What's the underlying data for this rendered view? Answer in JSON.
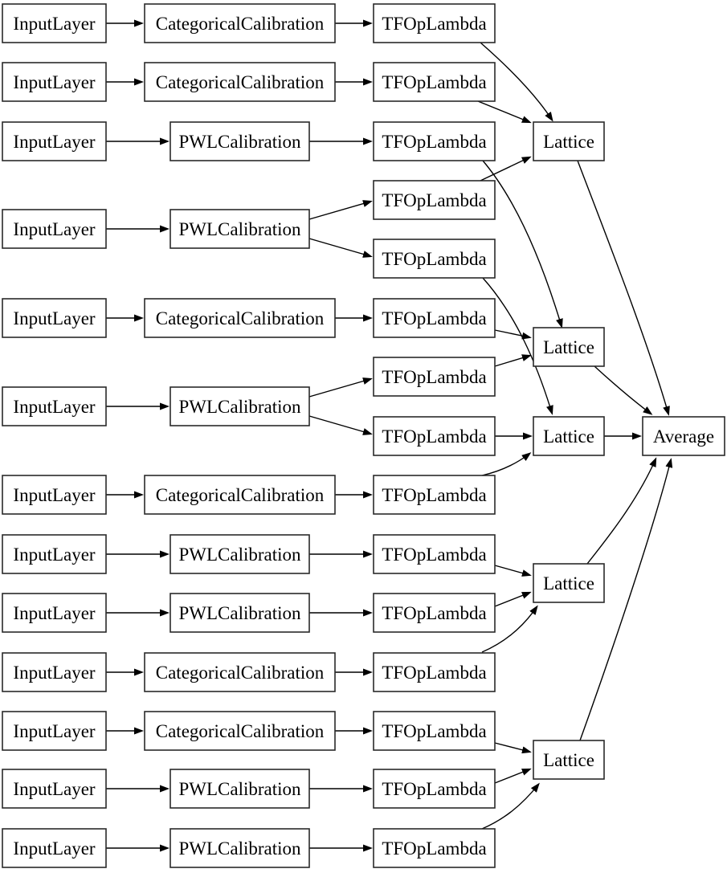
{
  "diagram": {
    "kind": "keras-model-plot",
    "nodes": [
      {
        "id": "in1",
        "label": "InputLayer",
        "type": "InputLayer"
      },
      {
        "id": "in2",
        "label": "InputLayer",
        "type": "InputLayer"
      },
      {
        "id": "in3",
        "label": "InputLayer",
        "type": "InputLayer"
      },
      {
        "id": "in4",
        "label": "InputLayer",
        "type": "InputLayer"
      },
      {
        "id": "in5",
        "label": "InputLayer",
        "type": "InputLayer"
      },
      {
        "id": "in6",
        "label": "InputLayer",
        "type": "InputLayer"
      },
      {
        "id": "in7",
        "label": "InputLayer",
        "type": "InputLayer"
      },
      {
        "id": "in8",
        "label": "InputLayer",
        "type": "InputLayer"
      },
      {
        "id": "in9",
        "label": "InputLayer",
        "type": "InputLayer"
      },
      {
        "id": "in10",
        "label": "InputLayer",
        "type": "InputLayer"
      },
      {
        "id": "in11",
        "label": "InputLayer",
        "type": "InputLayer"
      },
      {
        "id": "in12",
        "label": "InputLayer",
        "type": "InputLayer"
      },
      {
        "id": "in13",
        "label": "InputLayer",
        "type": "InputLayer"
      },
      {
        "id": "c1",
        "label": "CategoricalCalibration",
        "type": "CategoricalCalibration"
      },
      {
        "id": "c2",
        "label": "CategoricalCalibration",
        "type": "CategoricalCalibration"
      },
      {
        "id": "c3",
        "label": "PWLCalibration",
        "type": "PWLCalibration"
      },
      {
        "id": "c4",
        "label": "PWLCalibration",
        "type": "PWLCalibration"
      },
      {
        "id": "c5",
        "label": "CategoricalCalibration",
        "type": "CategoricalCalibration"
      },
      {
        "id": "c6",
        "label": "PWLCalibration",
        "type": "PWLCalibration"
      },
      {
        "id": "c7",
        "label": "CategoricalCalibration",
        "type": "CategoricalCalibration"
      },
      {
        "id": "c8",
        "label": "PWLCalibration",
        "type": "PWLCalibration"
      },
      {
        "id": "c9",
        "label": "PWLCalibration",
        "type": "PWLCalibration"
      },
      {
        "id": "c10",
        "label": "CategoricalCalibration",
        "type": "CategoricalCalibration"
      },
      {
        "id": "c11",
        "label": "CategoricalCalibration",
        "type": "CategoricalCalibration"
      },
      {
        "id": "c12",
        "label": "PWLCalibration",
        "type": "PWLCalibration"
      },
      {
        "id": "c13",
        "label": "PWLCalibration",
        "type": "PWLCalibration"
      },
      {
        "id": "t1",
        "label": "TFOpLambda",
        "type": "TFOpLambda"
      },
      {
        "id": "t2",
        "label": "TFOpLambda",
        "type": "TFOpLambda"
      },
      {
        "id": "t3",
        "label": "TFOpLambda",
        "type": "TFOpLambda"
      },
      {
        "id": "t4",
        "label": "TFOpLambda",
        "type": "TFOpLambda"
      },
      {
        "id": "t5",
        "label": "TFOpLambda",
        "type": "TFOpLambda"
      },
      {
        "id": "t6",
        "label": "TFOpLambda",
        "type": "TFOpLambda"
      },
      {
        "id": "t7",
        "label": "TFOpLambda",
        "type": "TFOpLambda"
      },
      {
        "id": "t8",
        "label": "TFOpLambda",
        "type": "TFOpLambda"
      },
      {
        "id": "t9",
        "label": "TFOpLambda",
        "type": "TFOpLambda"
      },
      {
        "id": "t10",
        "label": "TFOpLambda",
        "type": "TFOpLambda"
      },
      {
        "id": "t11",
        "label": "TFOpLambda",
        "type": "TFOpLambda"
      },
      {
        "id": "t12",
        "label": "TFOpLambda",
        "type": "TFOpLambda"
      },
      {
        "id": "t13",
        "label": "TFOpLambda",
        "type": "TFOpLambda"
      },
      {
        "id": "t14",
        "label": "TFOpLambda",
        "type": "TFOpLambda"
      },
      {
        "id": "t15",
        "label": "TFOpLambda",
        "type": "TFOpLambda"
      },
      {
        "id": "l1",
        "label": "Lattice",
        "type": "Lattice"
      },
      {
        "id": "l2",
        "label": "Lattice",
        "type": "Lattice"
      },
      {
        "id": "l3",
        "label": "Lattice",
        "type": "Lattice"
      },
      {
        "id": "l4",
        "label": "Lattice",
        "type": "Lattice"
      },
      {
        "id": "l5",
        "label": "Lattice",
        "type": "Lattice"
      },
      {
        "id": "avg",
        "label": "Average",
        "type": "Average"
      }
    ],
    "edges": [
      {
        "from": "in1",
        "to": "c1"
      },
      {
        "from": "in2",
        "to": "c2"
      },
      {
        "from": "in3",
        "to": "c3"
      },
      {
        "from": "in4",
        "to": "c4"
      },
      {
        "from": "in5",
        "to": "c5"
      },
      {
        "from": "in6",
        "to": "c6"
      },
      {
        "from": "in7",
        "to": "c7"
      },
      {
        "from": "in8",
        "to": "c8"
      },
      {
        "from": "in9",
        "to": "c9"
      },
      {
        "from": "in10",
        "to": "c10"
      },
      {
        "from": "in11",
        "to": "c11"
      },
      {
        "from": "in12",
        "to": "c12"
      },
      {
        "from": "in13",
        "to": "c13"
      },
      {
        "from": "c1",
        "to": "t1"
      },
      {
        "from": "c2",
        "to": "t2"
      },
      {
        "from": "c3",
        "to": "t3"
      },
      {
        "from": "c4",
        "to": "t4"
      },
      {
        "from": "c4",
        "to": "t5"
      },
      {
        "from": "c5",
        "to": "t6"
      },
      {
        "from": "c6",
        "to": "t7"
      },
      {
        "from": "c6",
        "to": "t8"
      },
      {
        "from": "c7",
        "to": "t9"
      },
      {
        "from": "c8",
        "to": "t10"
      },
      {
        "from": "c9",
        "to": "t11"
      },
      {
        "from": "c10",
        "to": "t12"
      },
      {
        "from": "c11",
        "to": "t13"
      },
      {
        "from": "c12",
        "to": "t14"
      },
      {
        "from": "c13",
        "to": "t15"
      },
      {
        "from": "t1",
        "to": "l1"
      },
      {
        "from": "t2",
        "to": "l1"
      },
      {
        "from": "t4",
        "to": "l1"
      },
      {
        "from": "t3",
        "to": "l2"
      },
      {
        "from": "t6",
        "to": "l2"
      },
      {
        "from": "t7",
        "to": "l2"
      },
      {
        "from": "t5",
        "to": "l3"
      },
      {
        "from": "t8",
        "to": "l3"
      },
      {
        "from": "t9",
        "to": "l3"
      },
      {
        "from": "t10",
        "to": "l4"
      },
      {
        "from": "t11",
        "to": "l4"
      },
      {
        "from": "t12",
        "to": "l4"
      },
      {
        "from": "t13",
        "to": "l5"
      },
      {
        "from": "t14",
        "to": "l5"
      },
      {
        "from": "t15",
        "to": "l5"
      },
      {
        "from": "l1",
        "to": "avg"
      },
      {
        "from": "l2",
        "to": "avg"
      },
      {
        "from": "l3",
        "to": "avg"
      },
      {
        "from": "l4",
        "to": "avg"
      },
      {
        "from": "l5",
        "to": "avg"
      }
    ],
    "colors": {
      "background": "#ffffff",
      "node_fill": "#ffffff",
      "node_border": "#2a2a2a",
      "edge": "#000000",
      "label": "#000000"
    }
  }
}
